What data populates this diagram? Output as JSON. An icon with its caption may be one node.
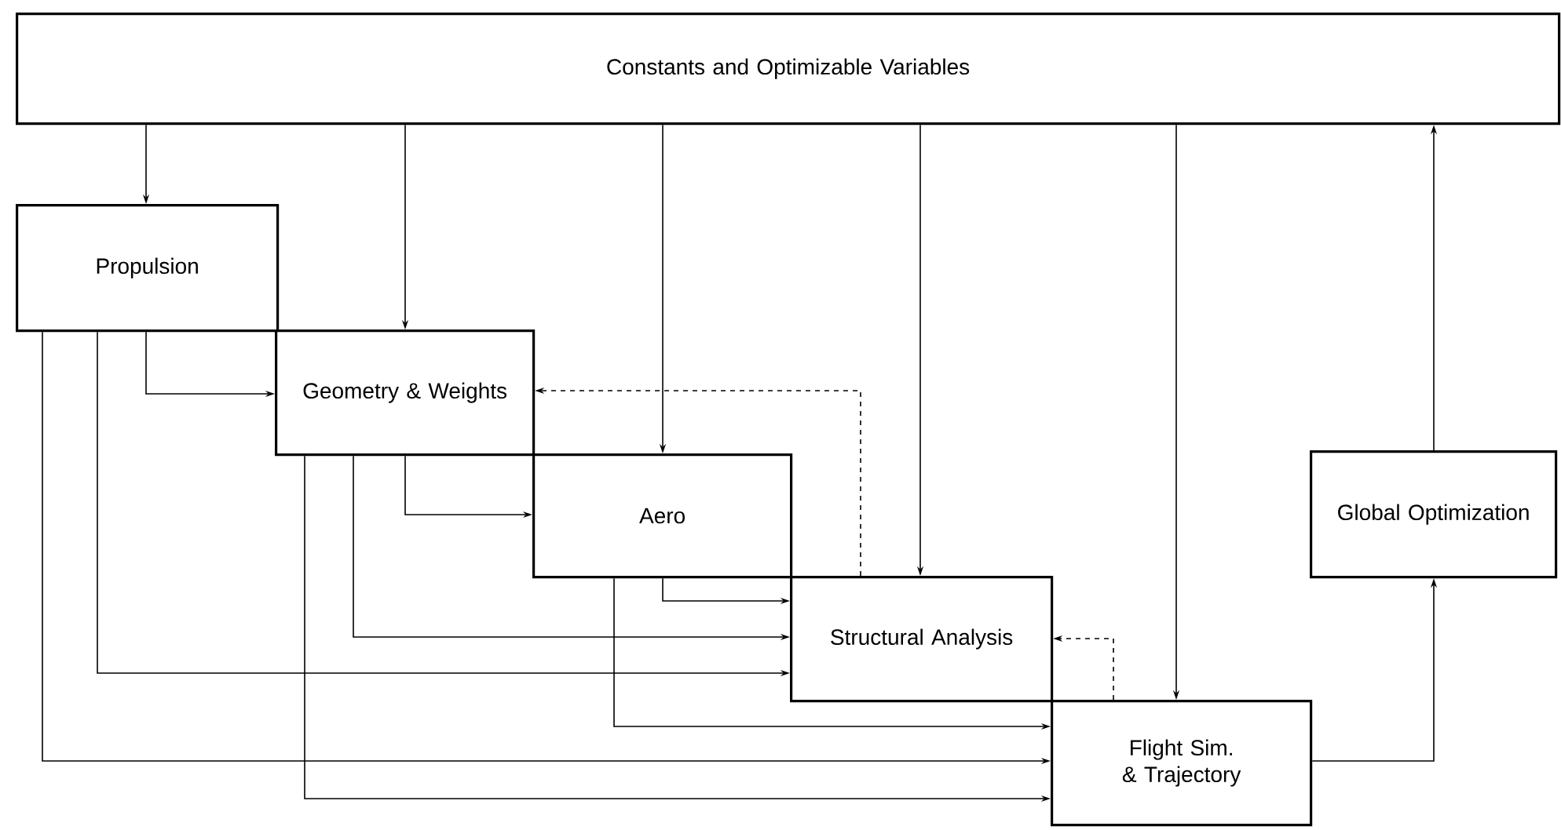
{
  "diagram": {
    "nodes": [
      {
        "text": [
          "Constants and Optimizable Variables"
        ]
      },
      {
        "text": [
          "Propulsion"
        ]
      },
      {
        "text": [
          "Geometry & Weights"
        ]
      },
      {
        "text": [
          "Aero"
        ]
      },
      {
        "text": [
          "Global Optimization"
        ]
      },
      {
        "text": [
          "Structural Analysis"
        ]
      },
      {
        "text": [
          "Flight Sim. & Trajectory"
        ]
      }
    ],
    "edges": [
      {
        "from": 0,
        "to": 1,
        "arrow": "to"
      },
      {
        "from": 0,
        "to": 2,
        "arrow": "to"
      },
      {
        "from": 0,
        "to": 3,
        "arrow": "to"
      },
      {
        "from": 0,
        "to": 5,
        "arrow": "to"
      },
      {
        "from": 0,
        "to": 6,
        "arrow": "to"
      },
      {
        "from": 4,
        "to": 0,
        "arrow": "to"
      },
      {
        "from": 1,
        "to": 2,
        "arrow": "to"
      },
      {
        "from": 1,
        "to": 5,
        "arrow": "to"
      },
      {
        "from": 1,
        "to": 6,
        "arrow": "to"
      },
      {
        "from": 2,
        "to": 3,
        "arrow": "to"
      },
      {
        "from": 2,
        "to": 5,
        "arrow": "to"
      },
      {
        "from": 2,
        "to": 6,
        "arrow": "to"
      },
      {
        "from": 3,
        "to": 5,
        "arrow": "to"
      },
      {
        "from": 3,
        "to": 6,
        "arrow": "to"
      },
      {
        "from": 5,
        "to": 2,
        "arrow": "to",
        "style": "dashed"
      },
      {
        "from": 6,
        "to": 5,
        "arrow": "to",
        "style": "dashed"
      },
      {
        "from": 6,
        "to": 4,
        "arrow": "to"
      }
    ]
  }
}
